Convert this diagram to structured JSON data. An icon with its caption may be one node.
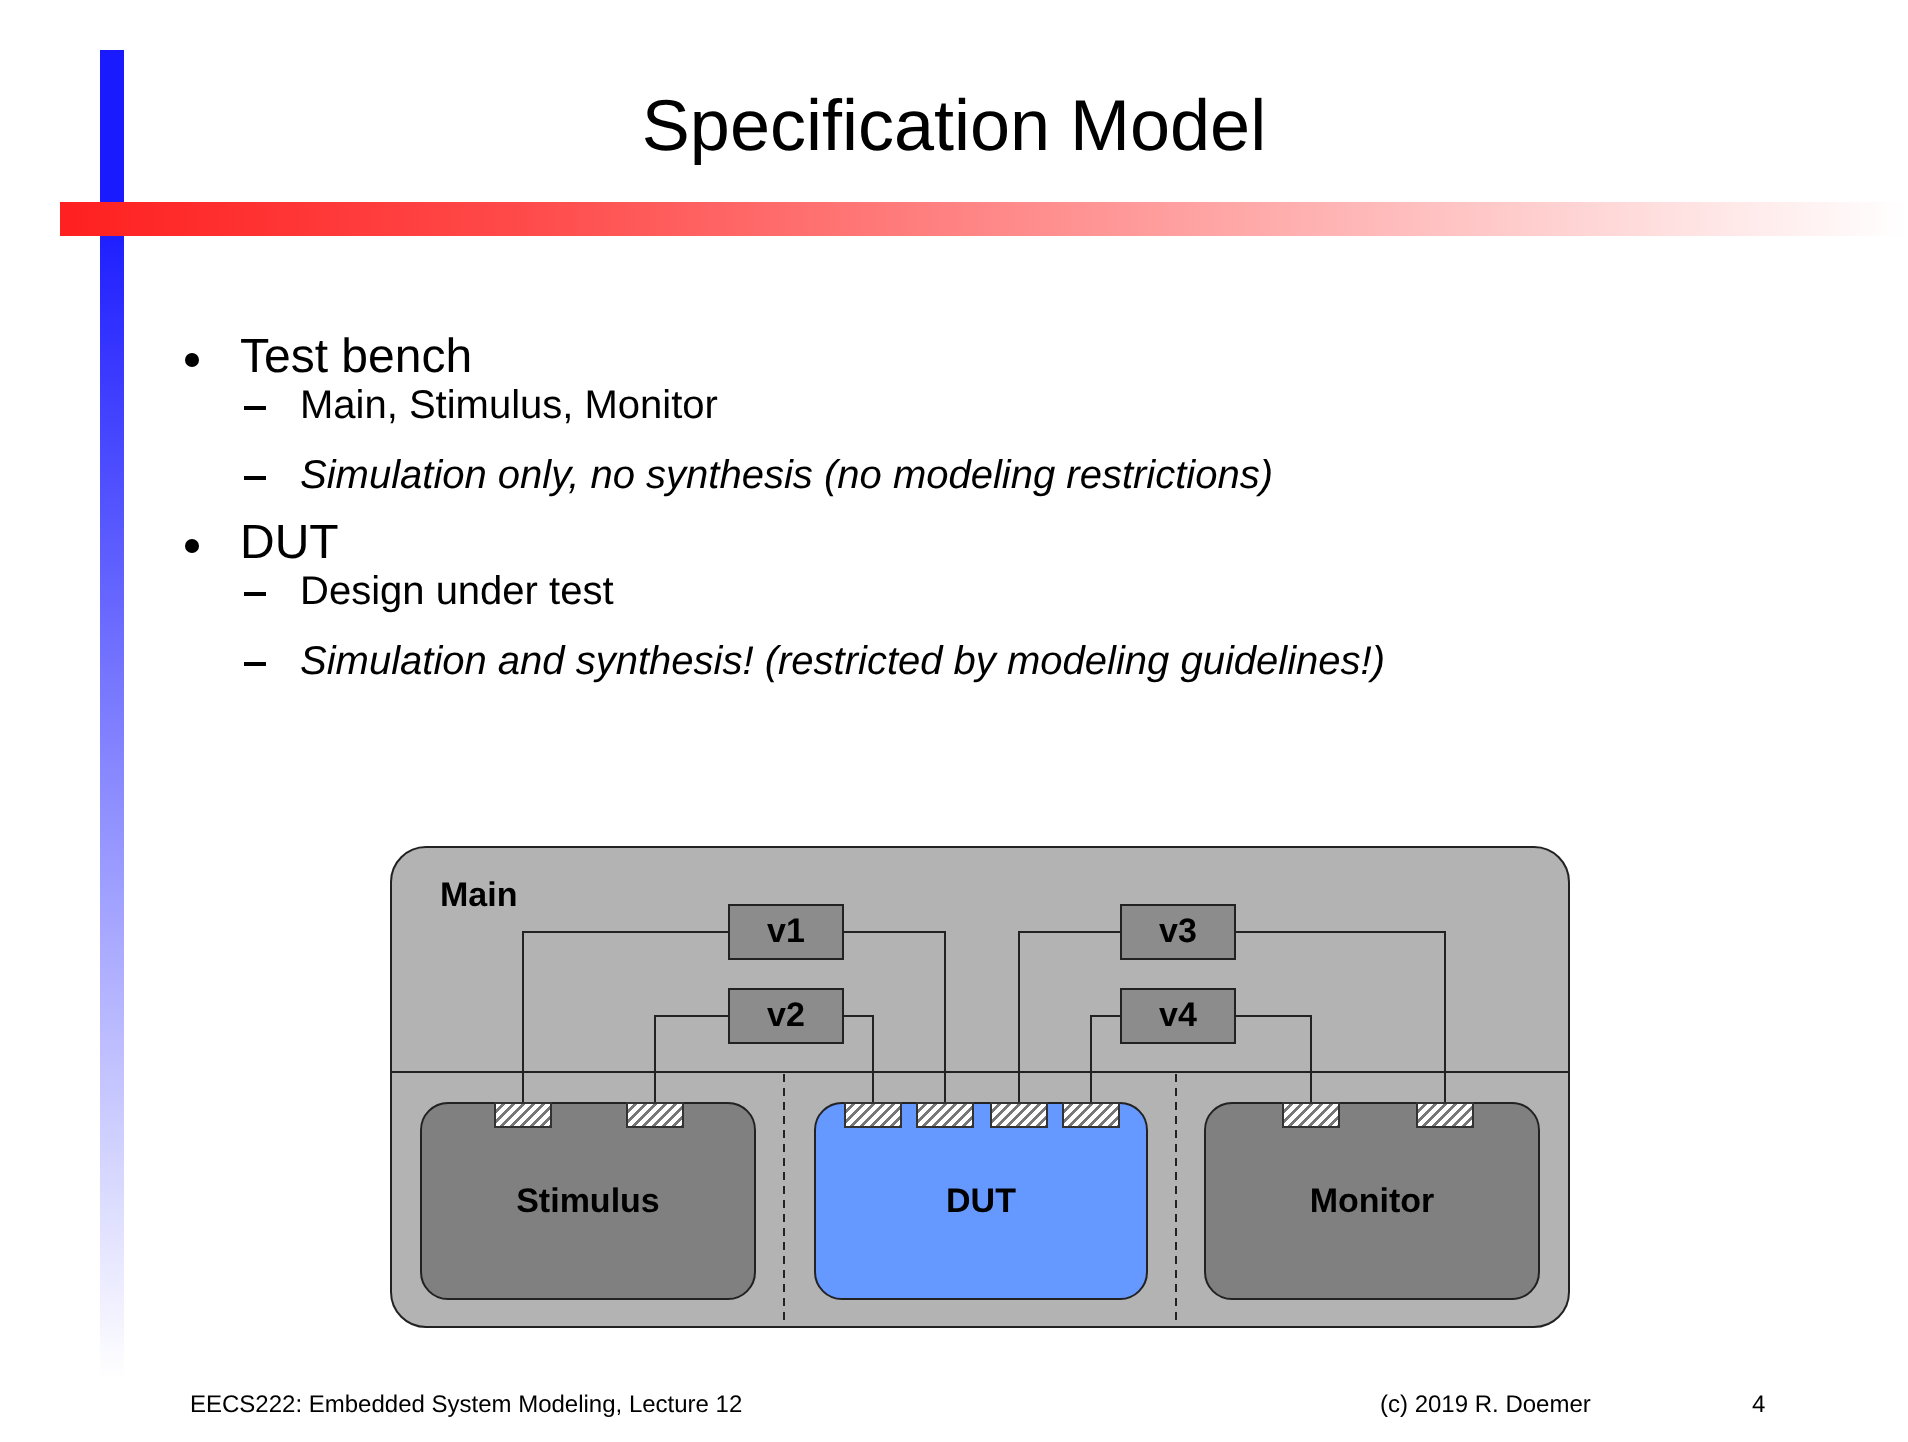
{
  "diagram": {
    "title": "Specification Model",
    "nodes": [
      {
        "text": [
          "Main"
        ]
      },
      {
        "text": [
          "v1"
        ],
        "in": 0
      },
      {
        "text": [
          "v2"
        ],
        "in": 0
      },
      {
        "text": [
          "v3"
        ],
        "in": 0
      },
      {
        "text": [
          "v4"
        ],
        "in": 0
      },
      {
        "text": [
          "Stimulus"
        ],
        "in": 0
      },
      {
        "text": [],
        "shape": "box",
        "in": 5
      },
      {
        "text": [],
        "shape": "box",
        "in": 5
      },
      {
        "text": [
          "DUT"
        ],
        "in": 0
      },
      {
        "text": [],
        "shape": "box",
        "in": 8
      },
      {
        "text": [],
        "shape": "box",
        "in": 8
      },
      {
        "text": [],
        "shape": "box",
        "in": 8
      },
      {
        "text": [],
        "shape": "box",
        "in": 8
      },
      {
        "text": [
          "Monitor"
        ],
        "in": 0
      },
      {
        "text": [],
        "shape": "box",
        "in": 13
      },
      {
        "text": [],
        "shape": "box",
        "in": 13
      }
    ],
    "edges": [
      {
        "from": 6,
        "to": 1,
        "arrow": "none"
      },
      {
        "from": 1,
        "to": 10,
        "arrow": "none"
      },
      {
        "from": 7,
        "to": 2,
        "arrow": "none"
      },
      {
        "from": 2,
        "to": 9,
        "arrow": "none"
      },
      {
        "from": 11,
        "to": 3,
        "arrow": "none"
      },
      {
        "from": 3,
        "to": 15,
        "arrow": "none"
      },
      {
        "from": 12,
        "to": 4,
        "arrow": "none"
      },
      {
        "from": 4,
        "to": 14,
        "arrow": "none"
      }
    ],
    "labels": [
      "Test bench",
      "Main, Stimulus, Monitor",
      "Simulation only, no synthesis (no modeling restrictions)",
      "DUT",
      "Design under test",
      "Simulation and synthesis! (restricted by modeling guidelines!)",
      "EECS222: Embedded System Modeling, Lecture 12",
      "(c) 2019 R. Doemer",
      "4"
    ]
  }
}
